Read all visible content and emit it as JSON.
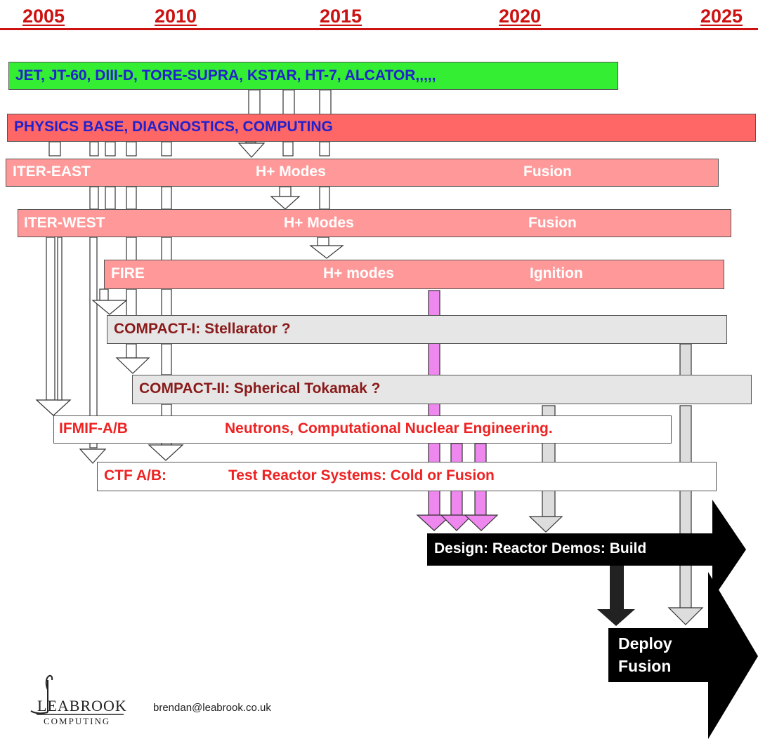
{
  "timeline": {
    "years": [
      "2005",
      "2010",
      "2015",
      "2020",
      "2025"
    ]
  },
  "colors": {
    "axis": "#cc1111",
    "green_bar": "#33ee33",
    "physics_bar": "#ff6666",
    "iter_bar": "#ff9999",
    "compact_bar": "#e6e6e6",
    "white_bar": "#ffffff",
    "pink_arrow": "#ee88ee",
    "black": "#000000"
  },
  "bars": {
    "experiments": "JET, JT-60, DIII-D, TORE-SUPRA, KSTAR, HT-7, ALCATOR,,,,,",
    "physics": "PHYSICS BASE, DIAGNOSTICS, COMPUTING",
    "iter_east": {
      "name": "ITER-EAST",
      "mode": "H+ Modes",
      "goal": "Fusion"
    },
    "iter_west": {
      "name": "ITER-WEST",
      "mode": "H+ Modes",
      "goal": "Fusion"
    },
    "fire": {
      "name": "FIRE",
      "mode": "H+ modes",
      "goal": "Ignition"
    },
    "compact1": "COMPACT-I: Stellarator ?",
    "compact2": "COMPACT-II: Spherical Tokamak ?",
    "ifmif": {
      "name": "IFMIF-A/B",
      "desc": "Neutrons, Computational Nuclear Engineering."
    },
    "ctf": {
      "name": "CTF A/B:",
      "desc": "Test Reactor Systems: Cold or Fusion"
    }
  },
  "outcomes": {
    "design": "Design:  Reactor Demos: Build",
    "deploy_line1": "Deploy",
    "deploy_line2": "Fusion"
  },
  "footer": {
    "logo_name": "LEABROOK",
    "logo_sub": "COMPUTING",
    "email": "brendan@leabrook.co.uk"
  }
}
